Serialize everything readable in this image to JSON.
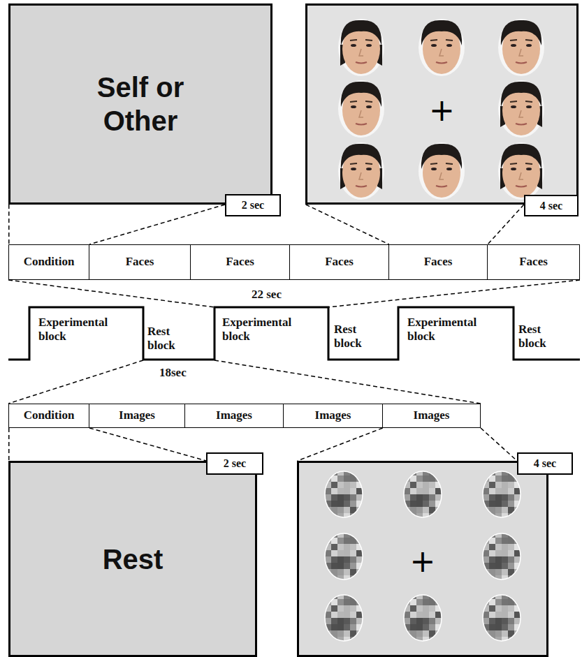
{
  "diagram": {
    "nodes": [
      {
        "text": [
          "Self or Other"
        ]
      },
      {
        "text": [
          "2 sec"
        ]
      },
      {
        "text": [
          "+"
        ]
      },
      {
        "text": [
          "4 sec"
        ]
      },
      {
        "text": [
          "Condition"
        ]
      },
      {
        "text": [
          "Faces"
        ]
      },
      {
        "text": [
          "Faces"
        ]
      },
      {
        "text": [
          "Faces"
        ]
      },
      {
        "text": [
          "Faces"
        ]
      },
      {
        "text": [
          "Faces"
        ]
      },
      {
        "text": [
          "Condition"
        ]
      },
      {
        "text": [
          "Images"
        ]
      },
      {
        "text": [
          "Images"
        ]
      },
      {
        "text": [
          "Images"
        ]
      },
      {
        "text": [
          "Images"
        ]
      },
      {
        "text": [
          "Rest"
        ]
      },
      {
        "text": [
          "2 sec"
        ]
      },
      {
        "text": [
          "+"
        ]
      },
      {
        "text": [
          "4 sec"
        ]
      }
    ],
    "edges": [
      {
        "from": 0,
        "to": 4,
        "arrow": "none"
      },
      {
        "from": 2,
        "to": 8,
        "arrow": "none"
      },
      {
        "from": 10,
        "to": 15,
        "arrow": "none"
      },
      {
        "from": 14,
        "to": 17,
        "arrow": "none"
      }
    ],
    "labels": [
      "22 sec",
      "Experimental block",
      "Rest block",
      "Experimental block",
      "Rest block",
      "Experimental block",
      "Rest block",
      "18sec"
    ]
  }
}
